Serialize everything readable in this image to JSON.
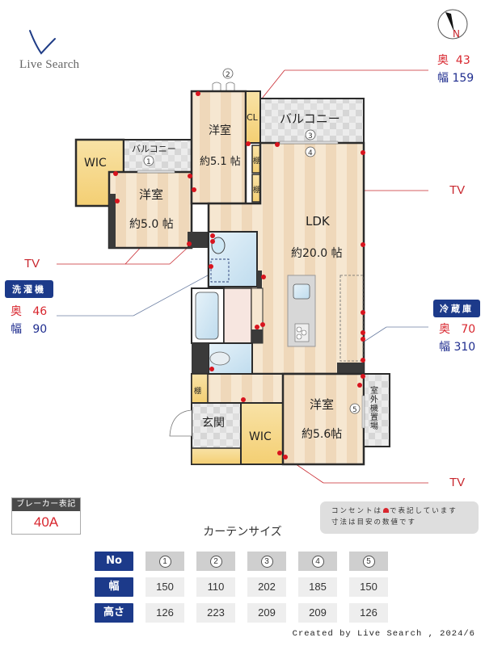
{
  "logo": {
    "text": "Live Search"
  },
  "compass": {
    "label": "N"
  },
  "annotations": {
    "top_right": {
      "depth_label": "奥",
      "depth": "43",
      "width_label": "幅",
      "width": "159"
    },
    "tv_labels": [
      "TV",
      "TV",
      "TV"
    ],
    "washer": {
      "title": "洗濯機",
      "depth_label": "奥",
      "depth": "46",
      "width_label": "幅",
      "width": "90"
    },
    "fridge": {
      "title": "冷蔵庫",
      "depth_label": "奥",
      "depth": "70",
      "width_label": "幅",
      "width": "310"
    }
  },
  "rooms": {
    "balcony_main": "バルコニー",
    "balcony_small": "バルコニー",
    "wic_top": "WIC",
    "wic_bottom": "WIC",
    "western1": {
      "name": "洋室",
      "size": "約5.0 帖"
    },
    "western2": {
      "name": "洋室",
      "size": "約5.1 帖"
    },
    "western3": {
      "name": "洋室",
      "size": "約5.6帖"
    },
    "ldk": {
      "name": "LDK",
      "size": "約20.0 帖"
    },
    "closet": "CL",
    "shelf": "棚",
    "entrance": "玄関",
    "outdoor_unit": "室外機置場"
  },
  "curtain_markers": [
    "1",
    "2",
    "3",
    "4",
    "5"
  ],
  "breaker": {
    "title": "ブレーカー表記",
    "value": "40A"
  },
  "note": {
    "line1_prefix": "コンセントは",
    "line1_suffix": "で表記しています",
    "line2": "寸法は目安の数値です"
  },
  "curtain_table": {
    "title": "カーテンサイズ",
    "row_headers": [
      "No",
      "幅",
      "高さ"
    ],
    "numbers": [
      "1",
      "2",
      "3",
      "4",
      "5"
    ],
    "widths": [
      "150",
      "110",
      "202",
      "185",
      "150"
    ],
    "heights": [
      "126",
      "223",
      "209",
      "209",
      "126"
    ]
  },
  "footer": {
    "text": "Created by Live Search , 2024/6"
  },
  "colors": {
    "wall": "#2b2b2b",
    "floor_light": "#f6e8d3",
    "floor_dark": "#efd9bc",
    "storage": "#f7d98a",
    "wet": "#cfe6f3",
    "balcony": "#e6e6e6",
    "outlet": "#d8141e",
    "navy": "#1c3a8a",
    "red": "#d8262e"
  }
}
